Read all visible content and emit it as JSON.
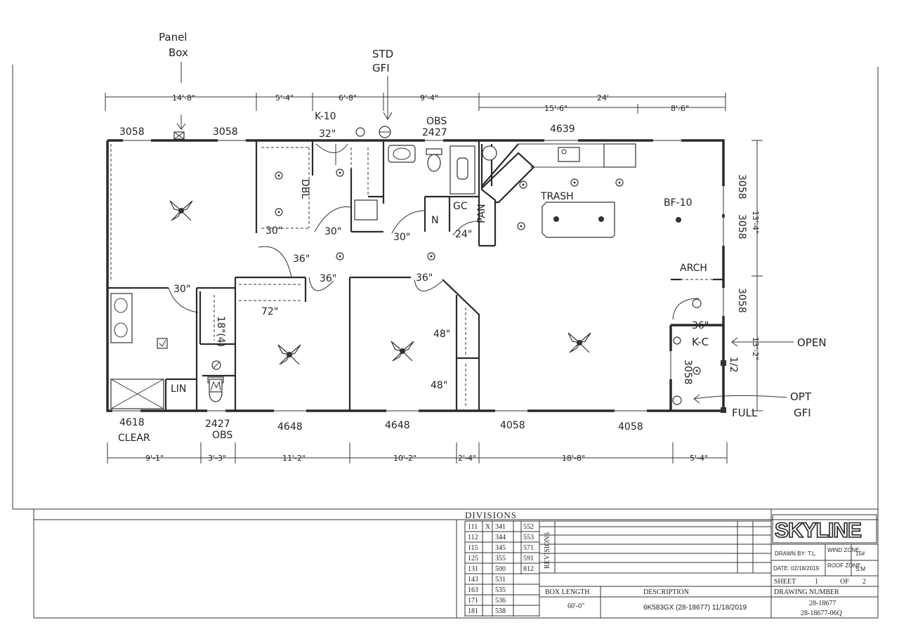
{
  "annotations": {
    "panel_box": "Panel\nBox",
    "std_gfi": "STD\nGFI",
    "open": "OPEN",
    "opt_gfi": "OPT\nGFI",
    "full": "FULL"
  },
  "top_dims": [
    "14'-8\"",
    "5'-4\"",
    "6'-8\"",
    "9'-4\"",
    "24'"
  ],
  "top_sub_dims": [
    "15'-6\"",
    "8'-6\""
  ],
  "bottom_dims": [
    "9'-1\"",
    "3'-3\"",
    "11'-2\"",
    "10'-2\"",
    "2'-4\"",
    "18'-8\"",
    "5'-4\""
  ],
  "right_dims": [
    "13'-4\"",
    "13'-2\""
  ],
  "windows_top": [
    "3058",
    "3058",
    "OBS\n2427",
    "4639"
  ],
  "windows_bottom": [
    "4618\nCLEAR",
    "2427\nOBS",
    "4648",
    "4648",
    "4058",
    "4058"
  ],
  "windows_right": [
    "3058",
    "3058",
    "3058",
    "3058"
  ],
  "room_labels": {
    "k10": "K-10",
    "dbl": "DBL",
    "trash": "TRASH",
    "bf10": "BF-10",
    "arch": "ARCH",
    "kc": "K-C",
    "gc": "GC",
    "pan": "PAN",
    "lin": "LIN",
    "half": "1/2",
    "w_18": "18\"(4)",
    "w_72": "72\"",
    "w_48a": "48\"",
    "w_48b": "48\""
  },
  "door_labels": [
    "32\"",
    "30\"",
    "30\"",
    "30\"",
    "24\"",
    "36\"",
    "36\"",
    "36\"",
    "30\"",
    "36\""
  ],
  "title_block": {
    "divisions_title": "DIVISIONS",
    "divisions_rows": [
      [
        "111",
        "X",
        "341",
        "552"
      ],
      [
        "112",
        "",
        "344",
        "553"
      ],
      [
        "115",
        "",
        "345",
        "571"
      ],
      [
        "125",
        "",
        "355",
        "591"
      ],
      [
        "131",
        "",
        "500",
        "812"
      ],
      [
        "143",
        "",
        "531",
        ""
      ],
      [
        "163",
        "",
        "535",
        ""
      ],
      [
        "171",
        "",
        "536",
        ""
      ],
      [
        "181",
        "",
        "538",
        ""
      ]
    ],
    "revisions": "REVISIONS",
    "logo": "SKYLINE",
    "drawn_by_label": "DRAWN BY:",
    "drawn_by": "T.L.",
    "wind_zone_label": "WIND ZONE",
    "wind_zone": "15#",
    "date_label": "DATE:",
    "date": "02/18/2019",
    "roof_zone_label": "ROOF ZONE",
    "roof_zone": "S.M",
    "sheet_label": "SHEET",
    "sheet": "1",
    "of_label": "OF",
    "of": "2",
    "box_length_label": "BOX LENGTH",
    "box_length": "60'-0\"",
    "description_label": "DESCRIPTION",
    "description": "6K583GX (28-18677)  11/18/2019",
    "drawing_number_label": "DRAWING NUMBER",
    "drawing_number": "28-18677",
    "drawing_number_2": "28-18677-06Q"
  }
}
